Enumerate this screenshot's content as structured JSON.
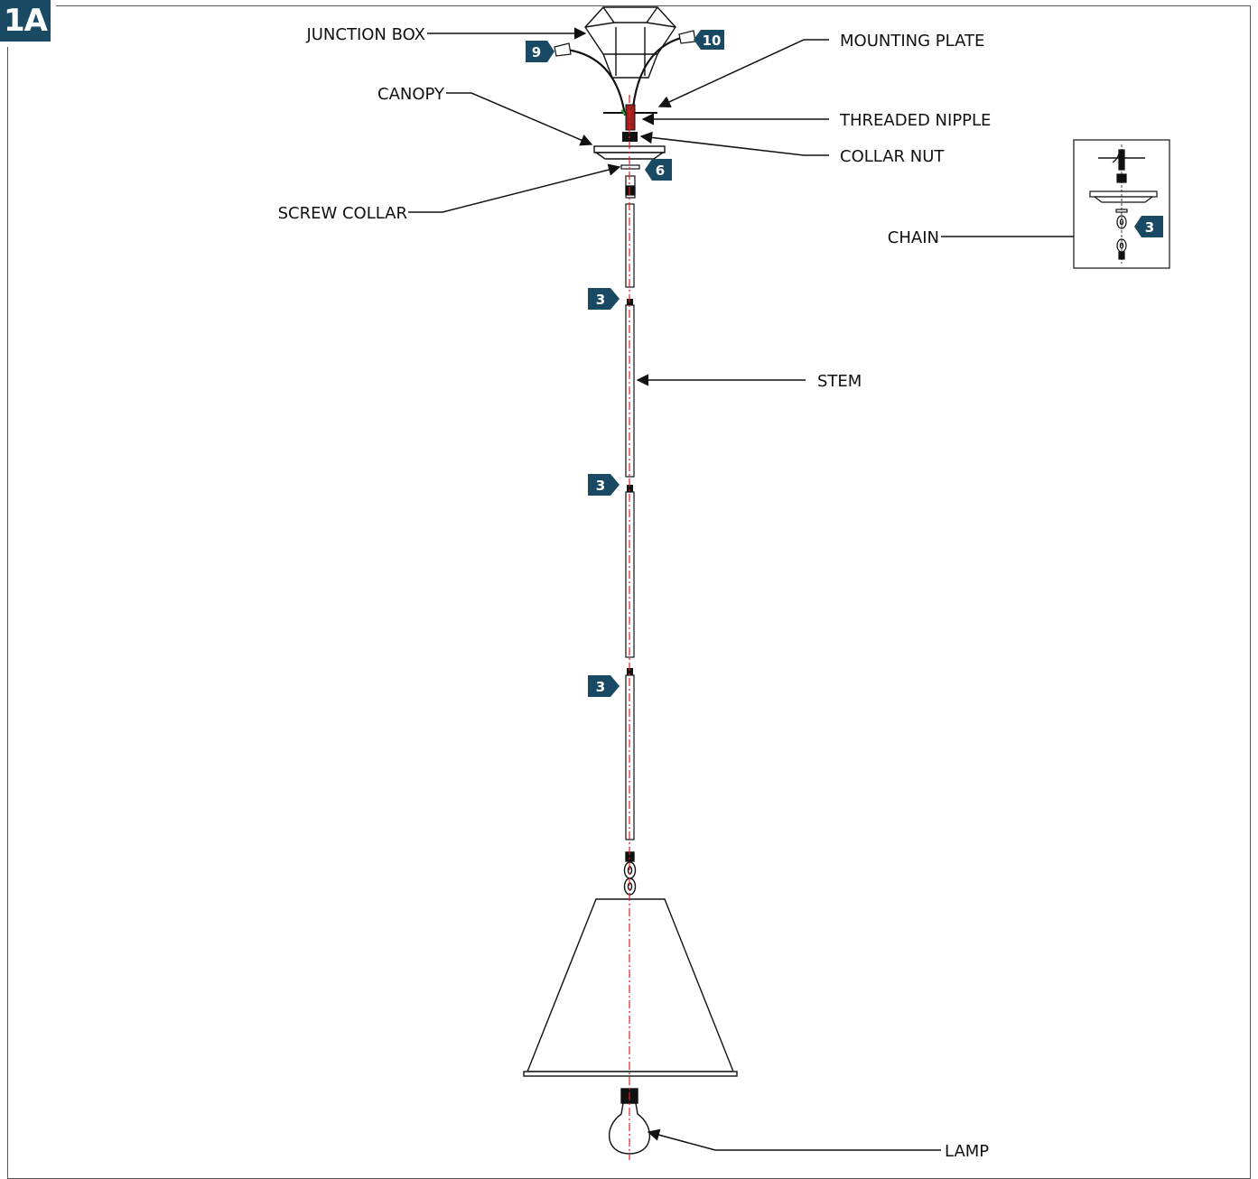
{
  "figure_id": "1A",
  "labels": {
    "junction_box": "JUNCTION BOX",
    "mounting_plate": "MOUNTING PLATE",
    "canopy": "CANOPY",
    "threaded_nipple": "THREADED NIPPLE",
    "collar_nut": "COLLAR NUT",
    "screw_collar": "SCREW COLLAR",
    "chain": "CHAIN",
    "stem": "STEM",
    "lamp": "LAMP"
  },
  "badges": {
    "b9": "9",
    "b10": "10",
    "b6": "6",
    "b3_stem_1": "3",
    "b3_stem_2": "3",
    "b3_stem_3": "3",
    "b3_chain": "3"
  },
  "colors": {
    "badge": "#1a4a63",
    "centerline": "#e02020",
    "line": "#111111"
  }
}
